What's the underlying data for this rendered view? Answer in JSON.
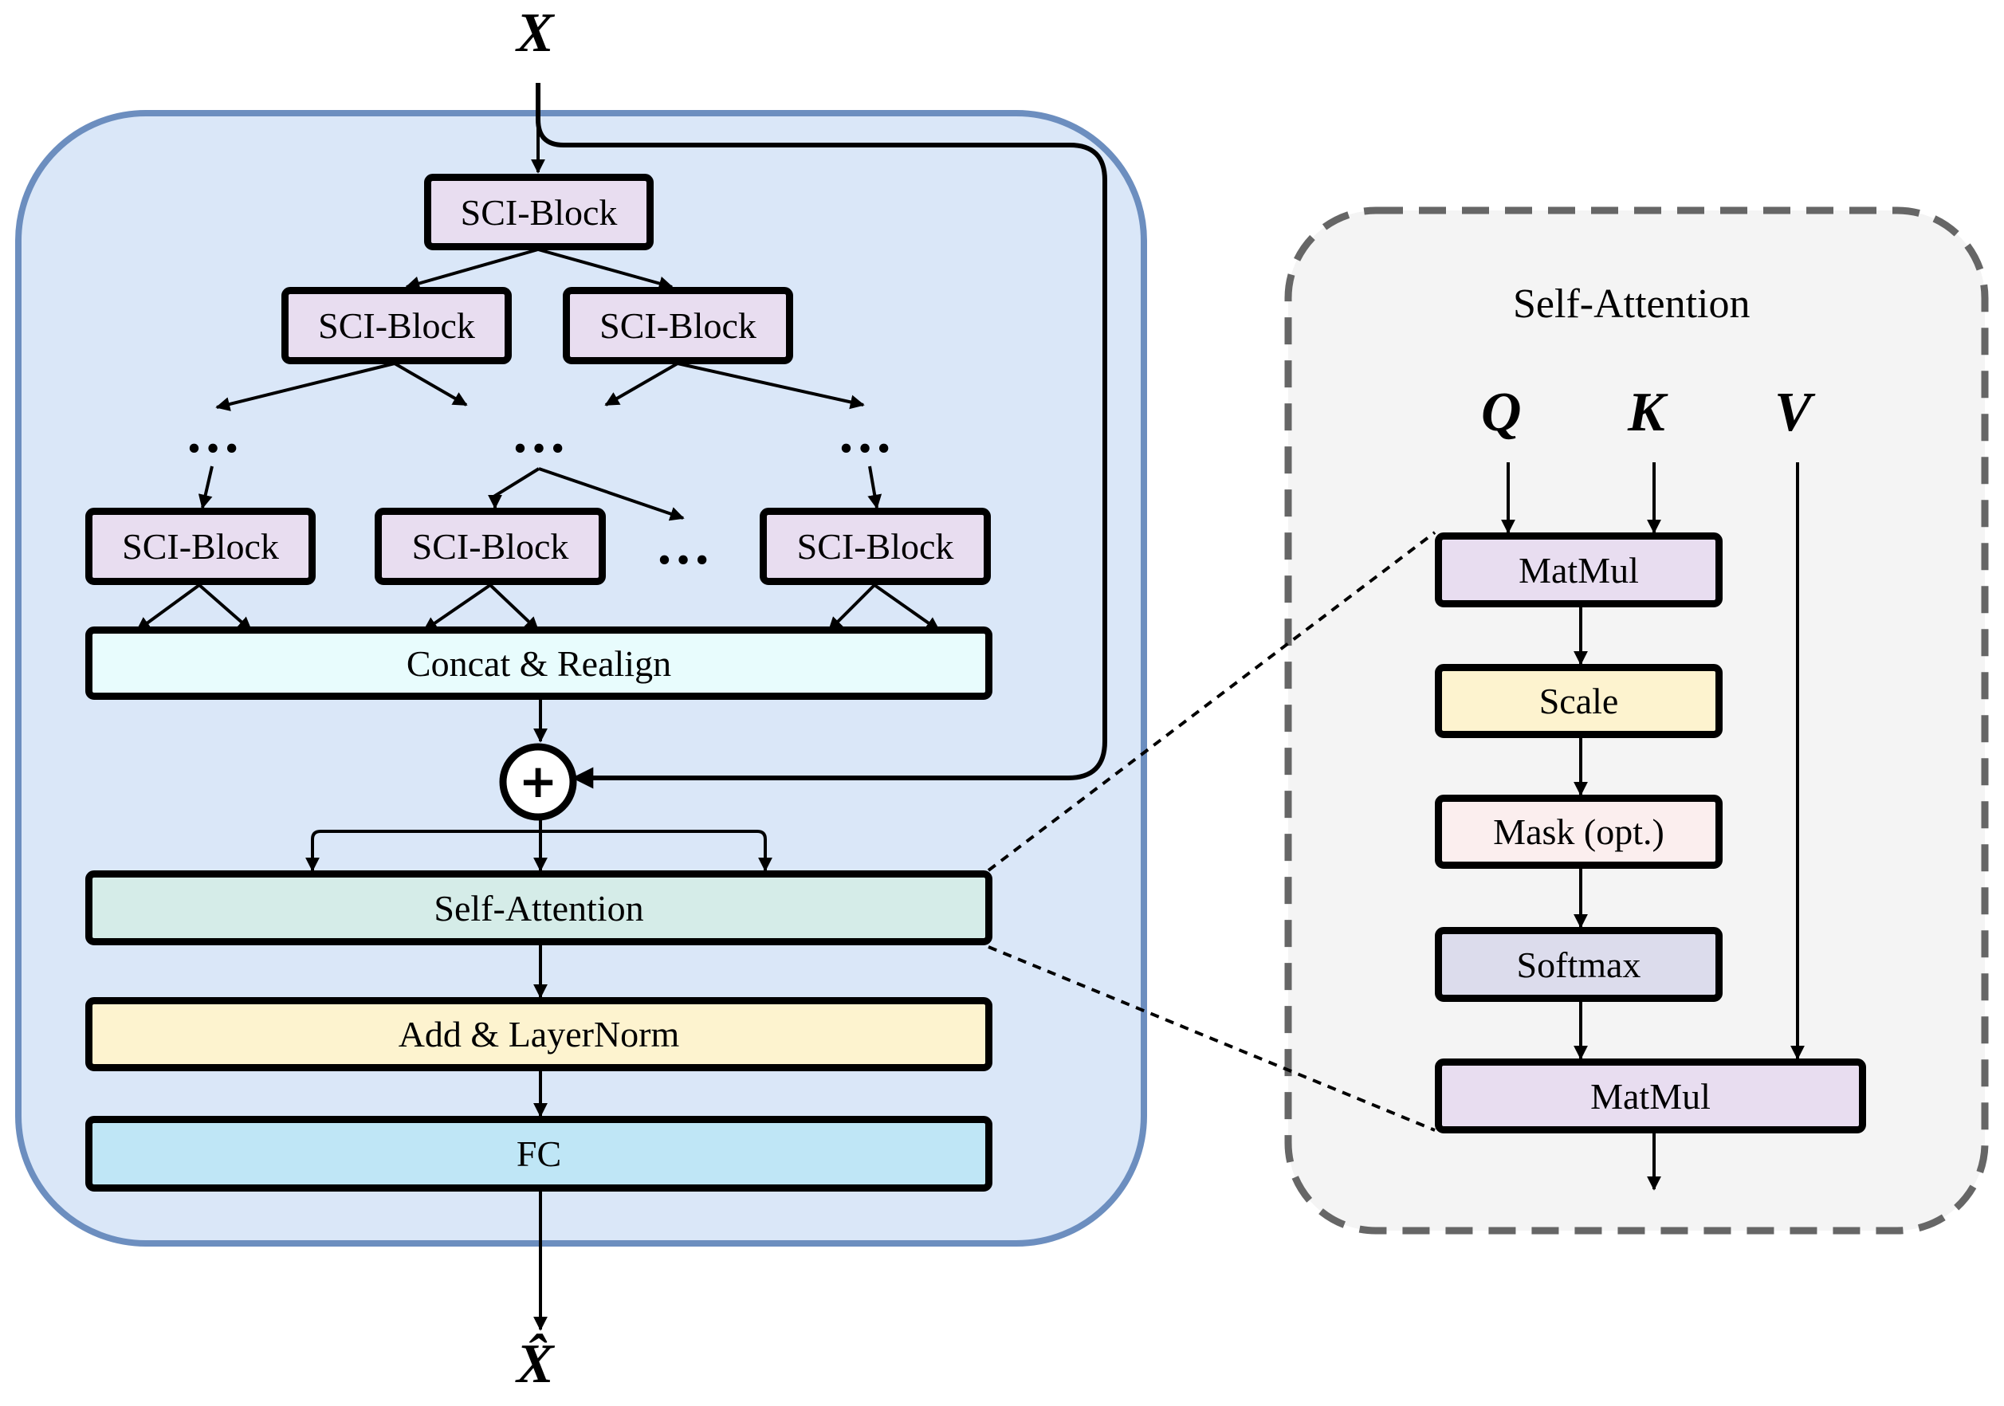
{
  "input_label": "X",
  "output_label": "X̂",
  "sci_block_label": "SCI-Block",
  "ellipsis": "…",
  "concat_label": "Concat & Realign",
  "add_symbol": "+",
  "self_attention_label": "Self-Attention",
  "add_layernorm_label": "Add & LayerNorm",
  "fc_label": "FC",
  "detail": {
    "title": "Self-Attention",
    "q_label": "Q",
    "k_label": "K",
    "v_label": "V",
    "matmul1_label": "MatMul",
    "scale_label": "Scale",
    "mask_label": "Mask (opt.)",
    "softmax_label": "Softmax",
    "matmul2_label": "MatMul"
  },
  "colors": {
    "encoder_bg": "#dae7f8",
    "encoder_border": "#6c8ebf",
    "detail_bg": "#f4f4f4",
    "detail_border": "#666666",
    "sci_block_fill": "#e8ddf0",
    "concat_fill": "#e8fcfd",
    "self_attention_fill": "#d5ece8",
    "add_layernorm_fill": "#fdf3cf",
    "fc_fill": "#bfe6f6",
    "matmul_fill": "#e8ddf0",
    "scale_fill": "#fdf3cf",
    "mask_fill": "#fbeeee",
    "softmax_fill": "#dcdcec"
  }
}
